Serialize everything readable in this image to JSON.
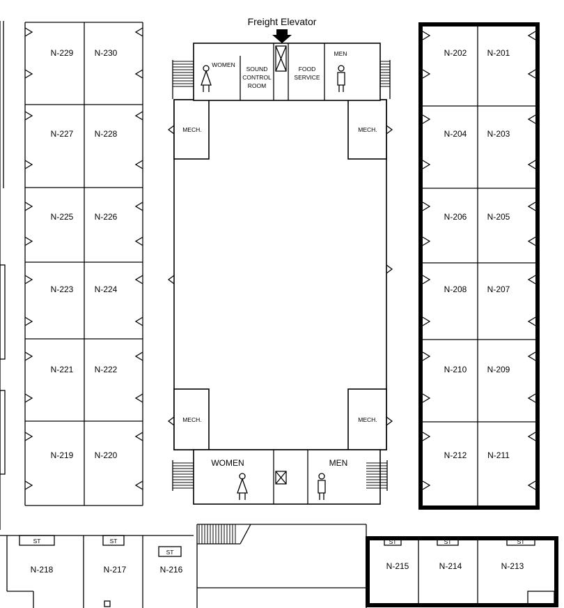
{
  "title": "Freight Elevator",
  "rooms_left": [
    [
      "N-229",
      "N-230"
    ],
    [
      "N-227",
      "N-228"
    ],
    [
      "N-225",
      "N-226"
    ],
    [
      "N-223",
      "N-224"
    ],
    [
      "N-221",
      "N-222"
    ],
    [
      "N-219",
      "N-220"
    ]
  ],
  "rooms_right": [
    [
      "N-202",
      "N-201"
    ],
    [
      "N-204",
      "N-203"
    ],
    [
      "N-206",
      "N-205"
    ],
    [
      "N-208",
      "N-207"
    ],
    [
      "N-210",
      "N-209"
    ],
    [
      "N-212",
      "N-211"
    ]
  ],
  "rooms_bottom": [
    "N-218",
    "N-217",
    "N-216",
    "N-215",
    "N-214",
    "N-213"
  ],
  "storage_label": "ST",
  "top_core": {
    "women": "WOMEN",
    "sound_control": [
      "SOUND",
      "CONTROL",
      "ROOM"
    ],
    "food_service": [
      "FOOD",
      "SERVICE"
    ],
    "men": "MEN"
  },
  "mech": "MECH.",
  "bottom_core": {
    "women": "WOMEN",
    "men": "MEN"
  }
}
